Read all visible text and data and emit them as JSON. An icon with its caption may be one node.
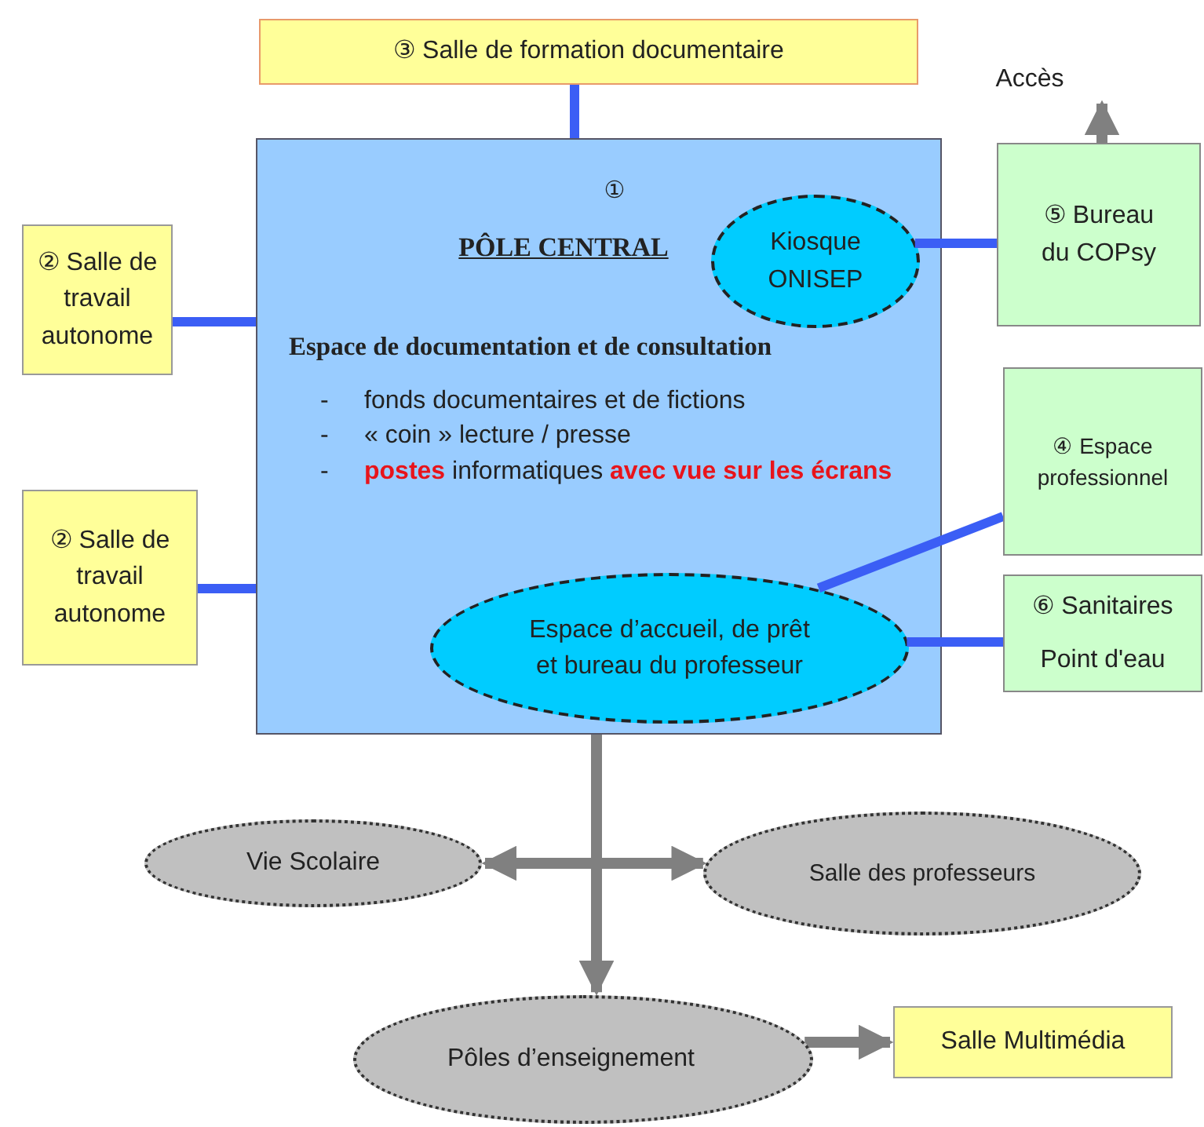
{
  "diagram": {
    "nodes": [
      {
        "text": [
          "③ Salle de formation documentaire"
        ]
      },
      {
        "text": [
          "①",
          "PÔLE CENTRAL",
          "Espace de documentation et de consultation",
          "-",
          "fonds documentaires et de fictions",
          "-",
          "« coin » lecture / presse",
          "-",
          "**postes** informatiques **avec vue sur les écrans**"
        ]
      },
      {
        "text": [
          "Kiosque ONISEP"
        ],
        "in": 1
      },
      {
        "text": [
          "Espace d’accueil, de prêt et bureau du professeur"
        ],
        "in": 1
      },
      {
        "text": [
          "② Salle de travail autonome"
        ]
      },
      {
        "text": [
          "② Salle de travail autonome"
        ]
      },
      {
        "text": [
          "⑤ Bureau du COPsy"
        ]
      },
      {
        "text": [
          "Accès"
        ]
      },
      {
        "text": [
          "④ Espace professionnel"
        ]
      },
      {
        "text": [
          "⑥ Sanitaires",
          "Point d'eau"
        ]
      },
      {
        "text": [
          "Vie Scolaire"
        ]
      },
      {
        "text": [
          "Salle des professeurs"
        ]
      },
      {
        "text": [
          "Pôles d’enseignement"
        ]
      },
      {
        "text": [
          "Salle Multimédia"
        ]
      }
    ],
    "edges": [
      {
        "from": 0,
        "to": 1,
        "arrow": "none"
      },
      {
        "from": 4,
        "to": 1,
        "arrow": "none"
      },
      {
        "from": 5,
        "to": 1,
        "arrow": "none"
      },
      {
        "from": 2,
        "to": 6,
        "arrow": "none"
      },
      {
        "from": 3,
        "to": 8,
        "arrow": "none"
      },
      {
        "from": 3,
        "to": 9,
        "arrow": "none"
      },
      {
        "from": 6,
        "to": 7,
        "arrow": "to",
        "color": "#808080"
      },
      {
        "from": 1,
        "to": 10,
        "arrow": "to",
        "color": "#808080"
      },
      {
        "from": 1,
        "to": 11,
        "arrow": "to",
        "color": "#808080"
      },
      {
        "from": 1,
        "to": 12,
        "arrow": "to",
        "color": "#808080"
      },
      {
        "from": 12,
        "to": 13,
        "arrow": "to",
        "color": "#808080"
      }
    ]
  }
}
